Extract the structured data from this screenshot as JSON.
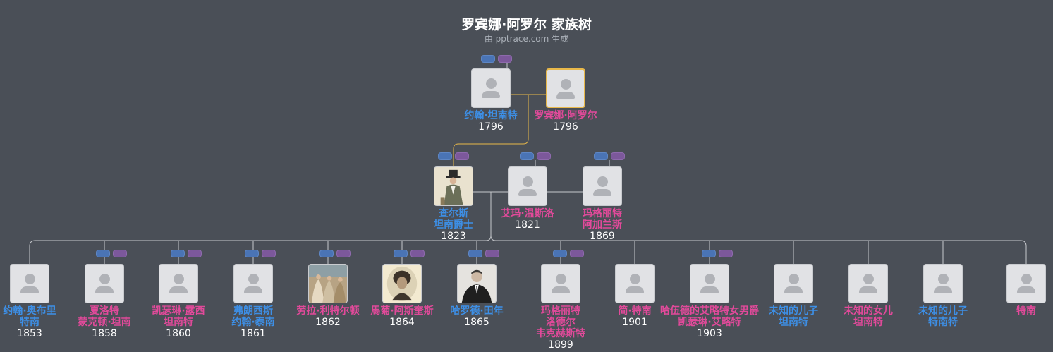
{
  "header": {
    "title": "罗宾娜·阿罗尔 家族树",
    "subtitle": "由 pptrace.com 生成"
  },
  "colors": {
    "background": "#4a4f57",
    "male": "#3d8fe6",
    "female": "#e14a9a",
    "highlight": "#e8b84a",
    "connector": "#c6c8cc"
  },
  "people": {
    "john_tennant": {
      "name_lines": [
        "约翰·坦南特"
      ],
      "year": "1796",
      "gender": "m"
    },
    "robina_arol": {
      "name_lines": [
        "罗宾娜·阿罗尔"
      ],
      "year": "1796",
      "gender": "f"
    },
    "charles": {
      "name_lines": [
        "查尔斯",
        "坦南爵士"
      ],
      "year": "1823",
      "gender": "m"
    },
    "emma": {
      "name_lines": [
        "艾玛·温斯洛"
      ],
      "year": "1821",
      "gender": "f"
    },
    "margaret_a": {
      "name_lines": [
        "玛格丽特",
        "阿加兰斯"
      ],
      "year": "1869",
      "gender": "f"
    },
    "c1": {
      "name_lines": [
        "约翰·奥布里",
        "特南"
      ],
      "year": "1853",
      "gender": "m"
    },
    "c2": {
      "name_lines": [
        "夏洛特",
        "蒙克顿·坦南"
      ],
      "year": "1858",
      "gender": "f"
    },
    "c3": {
      "name_lines": [
        "凯瑟琳·露西",
        "坦南特"
      ],
      "year": "1860",
      "gender": "f"
    },
    "c4": {
      "name_lines": [
        "弗朗西斯",
        "约翰·泰南"
      ],
      "year": "1861",
      "gender": "m"
    },
    "c5": {
      "name_lines": [
        "劳拉·利特尔顿"
      ],
      "year": "1862",
      "gender": "f"
    },
    "c6": {
      "name_lines": [
        "馬菊·阿斯奎斯"
      ],
      "year": "1864",
      "gender": "f"
    },
    "c7": {
      "name_lines": [
        "哈罗德·田年"
      ],
      "year": "1865",
      "gender": "m"
    },
    "c8": {
      "name_lines": [
        "玛格丽特",
        "洛德尔",
        "韦克赫斯特"
      ],
      "year": "1899",
      "gender": "f"
    },
    "c9": {
      "name_lines": [
        "简·特南"
      ],
      "year": "1901",
      "gender": "f"
    },
    "c10": {
      "name_lines": [
        "哈伍德的艾略特女男爵",
        "凯瑟琳·艾略特"
      ],
      "year": "1903",
      "gender": "f"
    },
    "c11": {
      "name_lines": [
        "未知的儿子",
        "坦南特"
      ],
      "year": "",
      "gender": "m"
    },
    "c12": {
      "name_lines": [
        "未知的女儿",
        "坦南特"
      ],
      "year": "",
      "gender": "f"
    },
    "c13": {
      "name_lines": [
        "未知的儿子",
        "特南特"
      ],
      "year": "",
      "gender": "m"
    },
    "c14": {
      "name_lines": [
        "特南"
      ],
      "year": "",
      "gender": "f"
    }
  }
}
